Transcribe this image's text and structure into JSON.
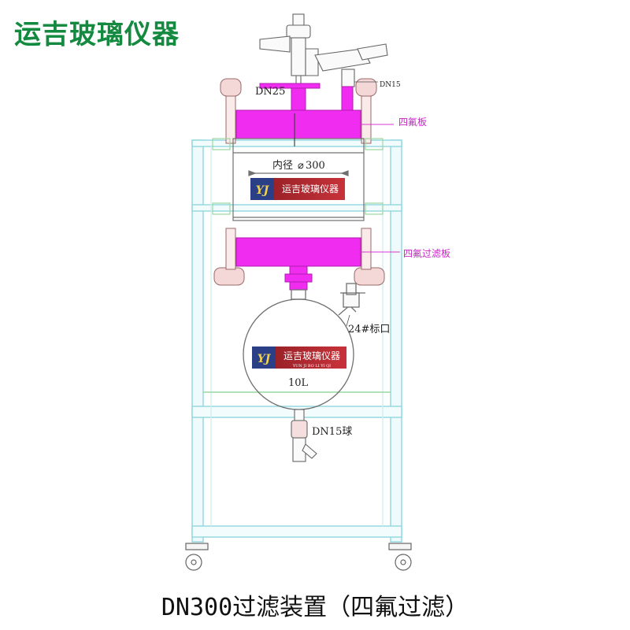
{
  "brand": {
    "title": "运吉玻璃仪器",
    "title_color": "#138a3f",
    "logo_text": "运吉玻璃仪器",
    "logo_sub": "YUN JI BO LI YI QI",
    "logo_bg": "#b3232a"
  },
  "labels": {
    "dn25": "DN25",
    "dn15_top": "DN15",
    "ptfe_plate": "四氟板",
    "inner_diameter": "内径",
    "diameter_value": "300",
    "ptfe_filter_plate": "四氟过滤板",
    "joint": "24#标口",
    "volume": "10L",
    "dn15_ball": "DN15球"
  },
  "caption": "DN300过滤装置（四氟过滤）",
  "colors": {
    "ptfe": "#f02cf0",
    "frame": "#8fd6df",
    "frame_inner": "#cfeff3",
    "glass": "#707070",
    "bracket": "#9ad7a2",
    "label_line": "#d438d4"
  }
}
